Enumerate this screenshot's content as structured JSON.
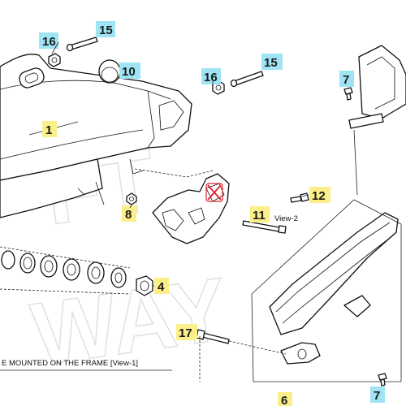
{
  "colors": {
    "callout_blue": "#9fe4f4",
    "callout_yellow": "#fbef8a",
    "highlight_red": "#e0202a",
    "line": "#111111"
  },
  "callouts": [
    {
      "label": "16",
      "color": "blue"
    },
    {
      "label": "15",
      "color": "blue"
    },
    {
      "label": "10",
      "color": "blue"
    },
    {
      "label": "16",
      "color": "blue"
    },
    {
      "label": "15",
      "color": "blue"
    },
    {
      "label": "7",
      "color": "blue"
    },
    {
      "label": "1",
      "color": "yellow"
    },
    {
      "label": "12",
      "color": "yellow"
    },
    {
      "label": "8",
      "color": "yellow"
    },
    {
      "label": "11",
      "color": "yellow"
    },
    {
      "label": "4",
      "color": "yellow"
    },
    {
      "label": "17",
      "color": "yellow"
    },
    {
      "label": "6",
      "color": "yellow"
    },
    {
      "label": "7",
      "color": "blue"
    }
  ],
  "notes": {
    "view2": "View-2",
    "frame_note": "E MOUNTED ON THE FRAME [View-1]"
  }
}
